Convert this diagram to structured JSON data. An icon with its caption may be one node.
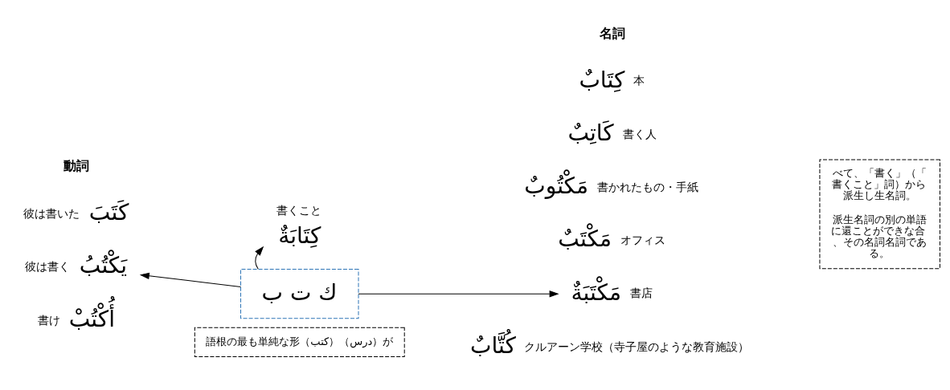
{
  "diagram": {
    "nodes": [
      {
        "text": [
          "كَتَبَ"
        ],
        "beside": [
          "彼は書いた"
        ]
      },
      {
        "text": [
          "يَكْتُبُ"
        ],
        "beside": [
          "彼は書く"
        ]
      },
      {
        "text": [
          "أُكْتُبْ"
        ],
        "beside": [
          "書け"
        ]
      },
      {
        "text": [
          "ك ت ب"
        ]
      },
      {
        "text": [
          "كِتَابَةٌ"
        ],
        "beside": [
          "書くこと"
        ]
      },
      {
        "text": [
          "كِتَابٌ"
        ],
        "beside": [
          "本"
        ]
      },
      {
        "text": [
          "كَاتِبٌ"
        ],
        "beside": [
          "書く人"
        ]
      },
      {
        "text": [
          "مَكْتُوبٌ"
        ],
        "beside": [
          "書かれたもの・手紙"
        ]
      },
      {
        "text": [
          "مَكْتَبٌ"
        ],
        "beside": [
          "オフィス"
        ]
      },
      {
        "text": [
          "مَكْتَبَةٌ"
        ],
        "beside": [
          "書店"
        ]
      },
      {
        "text": [
          "كُتَّابٌ"
        ],
        "beside": [
          "クルアーン学校（寺子屋のような教育施設）"
        ]
      },
      {
        "text": [
          "べて、「書く」（「書くこと」詞）から派生し生名詞。",
          "派生名詞の別の単語に還ことができな合、その名詞名詞である。"
        ]
      },
      {
        "text": [
          "語根の最も単純な形（كتب）（درس）が"
        ]
      }
    ],
    "edges": [
      {
        "from": 3,
        "to": 1,
        "arrow": "to"
      },
      {
        "from": 3,
        "to": 4,
        "arrow": "to"
      },
      {
        "from": 3,
        "to": 9,
        "arrow": "to"
      }
    ],
    "labels": [
      "動詞",
      "名詞"
    ]
  }
}
